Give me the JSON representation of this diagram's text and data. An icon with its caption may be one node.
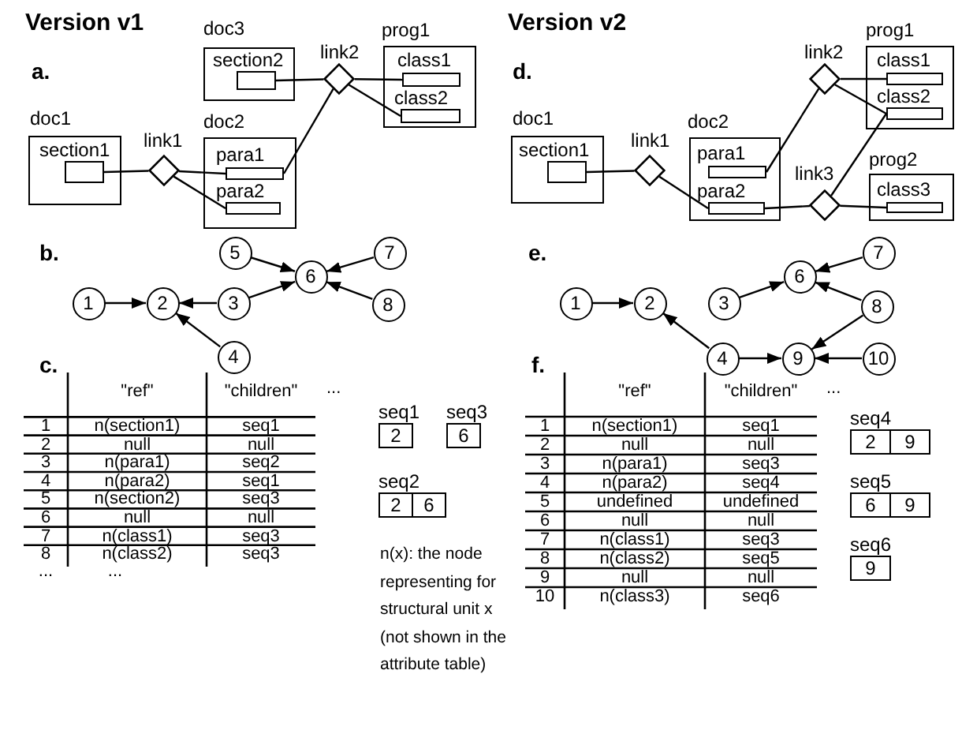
{
  "diagram": {
    "nodes": [
      {
        "text": [
          "doc1"
        ]
      },
      {
        "text": [
          "section1"
        ],
        "in": 0
      },
      {
        "text": [
          "link1"
        ]
      },
      {
        "text": [
          "doc3"
        ]
      },
      {
        "text": [
          "section2"
        ],
        "in": 3
      },
      {
        "text": [
          "link2"
        ]
      },
      {
        "text": [
          "doc2"
        ]
      },
      {
        "text": [
          "para1"
        ],
        "in": 6
      },
      {
        "text": [
          "para2"
        ],
        "in": 6
      },
      {
        "text": [
          "prog1"
        ]
      },
      {
        "text": [
          "class1"
        ],
        "in": 9
      },
      {
        "text": [
          "class2"
        ],
        "in": 9
      },
      {
        "text": [
          "doc1"
        ]
      },
      {
        "text": [
          "section1"
        ],
        "in": 12
      },
      {
        "text": [
          "link1"
        ]
      },
      {
        "text": [
          "doc2"
        ]
      },
      {
        "text": [
          "para1"
        ],
        "in": 15
      },
      {
        "text": [
          "para2"
        ],
        "in": 15
      },
      {
        "text": [
          "link2"
        ]
      },
      {
        "text": [
          "link3"
        ]
      },
      {
        "text": [
          "prog1"
        ]
      },
      {
        "text": [
          "class1"
        ],
        "in": 20
      },
      {
        "text": [
          "class2"
        ],
        "in": 20
      },
      {
        "text": [
          "prog2"
        ]
      },
      {
        "text": [
          "class3"
        ],
        "in": 23
      },
      {
        "text": [
          "1"
        ]
      },
      {
        "text": [
          "2"
        ]
      },
      {
        "text": [
          "3"
        ]
      },
      {
        "text": [
          "4"
        ]
      },
      {
        "text": [
          "5"
        ]
      },
      {
        "text": [
          "6"
        ]
      },
      {
        "text": [
          "7"
        ]
      },
      {
        "text": [
          "8"
        ]
      },
      {
        "text": [
          "1"
        ]
      },
      {
        "text": [
          "2"
        ]
      },
      {
        "text": [
          "3"
        ]
      },
      {
        "text": [
          "4"
        ]
      },
      {
        "text": [
          "6"
        ]
      },
      {
        "text": [
          "7"
        ]
      },
      {
        "text": [
          "8"
        ]
      },
      {
        "text": [
          "9"
        ]
      },
      {
        "text": [
          "10"
        ]
      },
      {
        "text": [
          "seq1",
          "2"
        ]
      },
      {
        "text": [
          "seq3",
          "6"
        ]
      },
      {
        "text": [
          "seq2",
          "2",
          "6"
        ]
      },
      {
        "text": [
          "seq4",
          "2",
          "9"
        ]
      },
      {
        "text": [
          "seq5",
          "6",
          "9"
        ]
      },
      {
        "text": [
          "seq6",
          "9"
        ]
      }
    ],
    "edges": [
      {
        "from": 1,
        "to": 2,
        "arrow": "none"
      },
      {
        "from": 2,
        "to": 7,
        "arrow": "none"
      },
      {
        "from": 2,
        "to": 8,
        "arrow": "none"
      },
      {
        "from": 4,
        "to": 5,
        "arrow": "none"
      },
      {
        "from": 7,
        "to": 5,
        "arrow": "none"
      },
      {
        "from": 5,
        "to": 10,
        "arrow": "none"
      },
      {
        "from": 5,
        "to": 11,
        "arrow": "none"
      },
      {
        "from": 13,
        "to": 14,
        "arrow": "none"
      },
      {
        "from": 14,
        "to": 17,
        "arrow": "none"
      },
      {
        "from": 16,
        "to": 18,
        "arrow": "none"
      },
      {
        "from": 18,
        "to": 21,
        "arrow": "none"
      },
      {
        "from": 18,
        "to": 22,
        "arrow": "none"
      },
      {
        "from": 17,
        "to": 19,
        "arrow": "none"
      },
      {
        "from": 19,
        "to": 22,
        "arrow": "none"
      },
      {
        "from": 19,
        "to": 24,
        "arrow": "none"
      },
      {
        "from": 25,
        "to": 26,
        "arrow": "to"
      },
      {
        "from": 27,
        "to": 26,
        "arrow": "to"
      },
      {
        "from": 28,
        "to": 26,
        "arrow": "to"
      },
      {
        "from": 27,
        "to": 30,
        "arrow": "to"
      },
      {
        "from": 29,
        "to": 30,
        "arrow": "to"
      },
      {
        "from": 31,
        "to": 30,
        "arrow": "to"
      },
      {
        "from": 32,
        "to": 30,
        "arrow": "to"
      },
      {
        "from": 33,
        "to": 34,
        "arrow": "to"
      },
      {
        "from": 36,
        "to": 34,
        "arrow": "to"
      },
      {
        "from": 35,
        "to": 37,
        "arrow": "to"
      },
      {
        "from": 38,
        "to": 37,
        "arrow": "to"
      },
      {
        "from": 39,
        "to": 37,
        "arrow": "to"
      },
      {
        "from": 39,
        "to": 40,
        "arrow": "to"
      },
      {
        "from": 36,
        "to": 40,
        "arrow": "to"
      },
      {
        "from": 41,
        "to": 40,
        "arrow": "to"
      }
    ],
    "labels": [
      "Version v1",
      "Version v2",
      "a.",
      "d.",
      "b.",
      "e.",
      "c.",
      "f.",
      "\"ref\"",
      "\"children\"",
      "...",
      "1",
      "n(section1)",
      "seq1",
      "2",
      "null",
      "null",
      "3",
      "n(para1)",
      "seq2",
      "4",
      "n(para2)",
      "seq1",
      "5",
      "n(section2)",
      "seq3",
      "6",
      "null",
      "null",
      "7",
      "n(class1)",
      "seq3",
      "8",
      "n(class2)",
      "seq3",
      "...",
      "...",
      "n(x): the node representing for structural unit x (not shown in the attribute table)",
      "\"ref\"",
      "\"children\"",
      "...",
      "1",
      "n(section1)",
      "seq1",
      "2",
      "null",
      "null",
      "3",
      "n(para1)",
      "seq3",
      "4",
      "n(para2)",
      "seq4",
      "5",
      "undefined",
      "undefined",
      "6",
      "null",
      "null",
      "7",
      "n(class1)",
      "seq3",
      "8",
      "n(class2)",
      "seq5",
      "9",
      "null",
      "null",
      "10",
      "n(class3)",
      "seq6"
    ]
  }
}
